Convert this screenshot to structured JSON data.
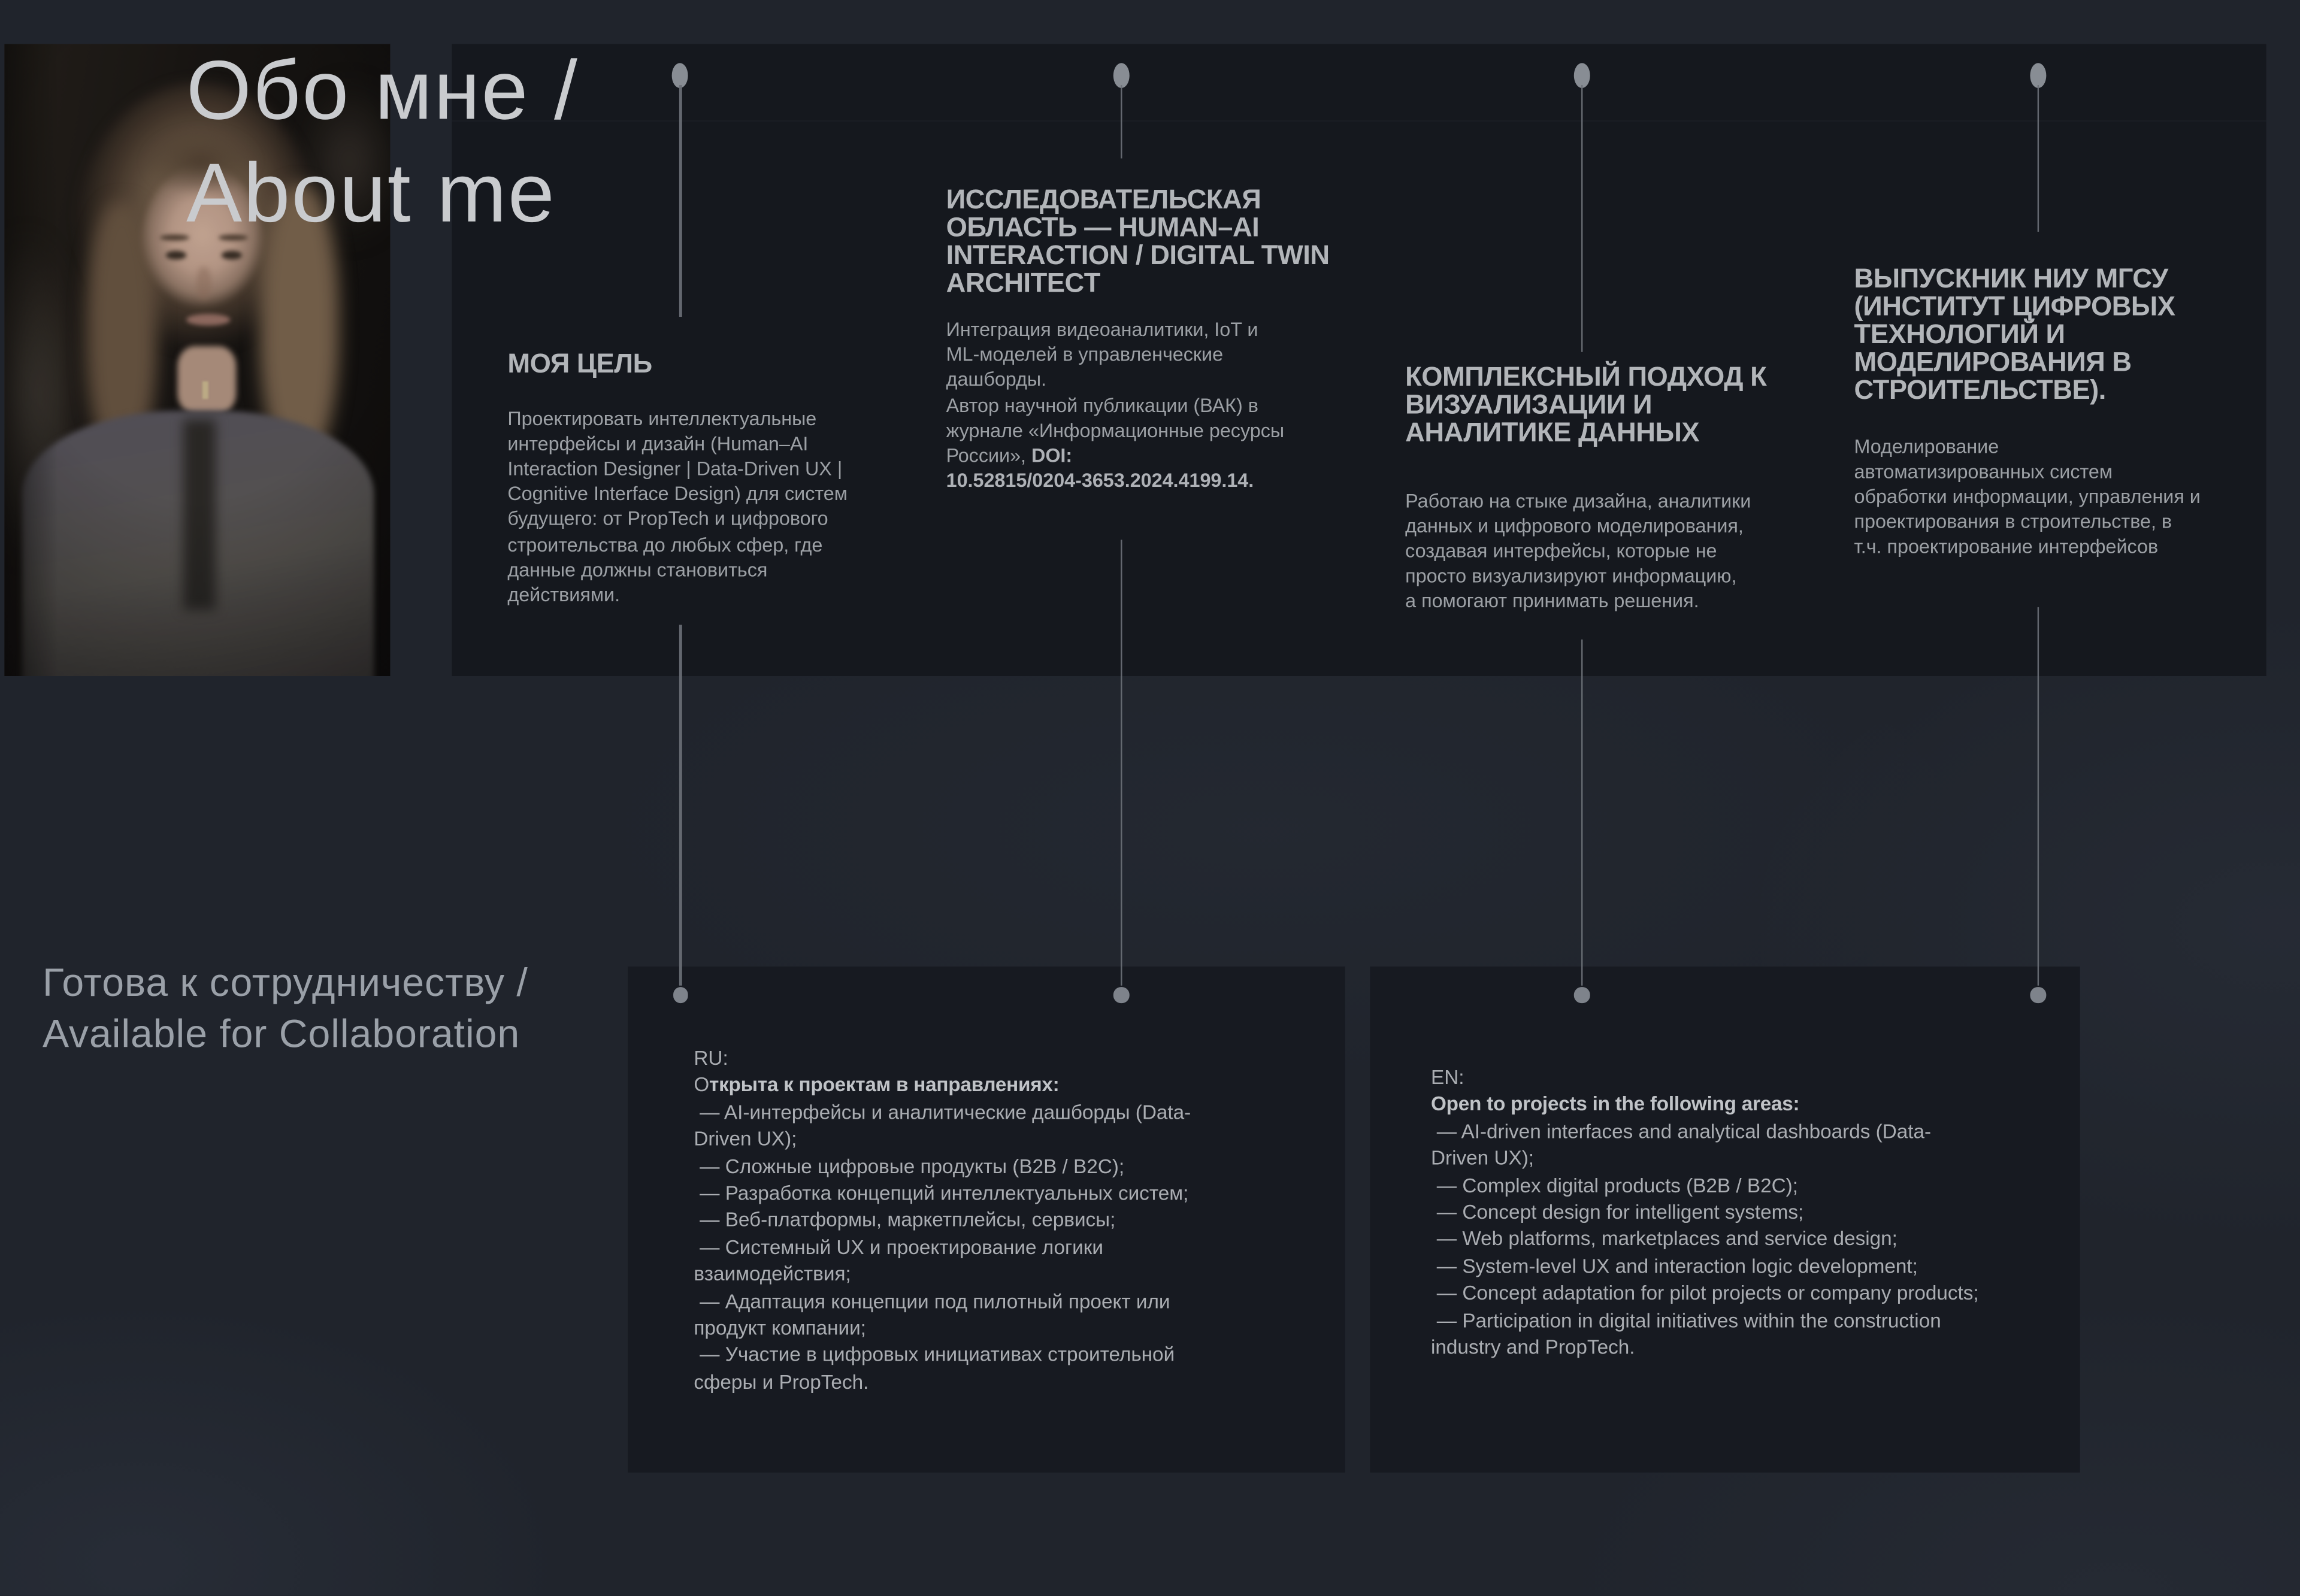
{
  "header": {
    "title_line1": "Обо мне /",
    "title_line2": "About me"
  },
  "hero": {
    "columns": [
      {
        "heading_lines": [
          "МОЯ ЦЕЛЬ"
        ],
        "body_lines": [
          "Проектировать интеллектуальные",
          "интерфейсы и дизайн (Human–AI",
          "Interaction Designer | Data-Driven UX |",
          "Cognitive Interface Design) для систем",
          "будущего: от PropTech и цифрового",
          "строительства до любых сфер, где",
          "данные должны становиться",
          "действиями."
        ]
      },
      {
        "heading_lines": [
          "ИССЛЕДОВАТЕЛЬСКАЯ",
          "ОБЛАСТЬ — HUMAN–AI",
          "INTERACTION / DIGITAL TWIN",
          "ARCHITECT"
        ],
        "body_lines": [
          "Интеграция видеоаналитики, IoT и",
          "ML-моделей в управленческие",
          "дашборды.",
          "Автор научной публикации (ВАК) в",
          "журнале «Информационные ресурсы"
        ],
        "doi_line_prefix": "России», ",
        "doi_label": "DOI:",
        "doi_number": "10.52815/0204-3653.2024.4199.14."
      },
      {
        "heading_lines": [
          "КОМПЛЕКСНЫЙ ПОДХОД К",
          "ВИЗУАЛИЗАЦИИ И",
          "АНАЛИТИКЕ ДАННЫХ"
        ],
        "body_lines": [
          "Работаю на стыке дизайна, аналитики",
          "данных и цифрового моделирования,",
          "создавая интерфейсы, которые не",
          "просто визуализируют информацию,",
          "а помогают принимать решения."
        ]
      },
      {
        "heading_lines": [
          "ВЫПУСКНИК НИУ МГСУ",
          "(ИНСТИТУТ ЦИФРОВЫХ",
          "ТЕХНОЛОГИЙ И",
          "МОДЕЛИРОВАНИЯ В",
          "СТРОИТЕЛЬСТВЕ)."
        ],
        "body_lines": [
          "Моделирование",
          "автоматизированных систем",
          "обработки информации, управления и",
          "проектирования в строительстве, в",
          "т.ч. проектирование интерфейсов"
        ]
      }
    ]
  },
  "collaboration": {
    "heading_line1": "Готова к сотрудничеству /",
    "heading_line2": "Available for Collaboration",
    "ru": {
      "label": "RU:",
      "intro_first_letter": "О",
      "intro_rest": "ткрыта к проектам в направлениях:",
      "items": [
        "— AI-интерфейсы и аналитические дашборды (Data-Driven UX);",
        "— Сложные цифровые продукты (B2B / B2C);",
        "— Разработка концепций интеллектуальных систем;",
        "— Веб-платформы, маркетплейсы, сервисы;",
        "— Системный UX и проектирование логики взаимодействия;",
        "— Адаптация концепции под пилотный проект или продукт компании;",
        "— Участие в цифровых инициативах строительной сферы и PropTech."
      ]
    },
    "en": {
      "label": "EN:",
      "intro": "Open to projects in the following areas:",
      "items": [
        "— AI-driven interfaces and analytical dashboards (Data-Driven UX);",
        "— Complex digital products (B2B / B2C);",
        "— Concept design for intelligent systems;",
        "— Web platforms, marketplaces and service design;",
        "— System-level UX and interaction logic development;",
        "— Concept adaptation for pilot projects or company products;",
        "— Participation in digital initiatives within the construction industry and PropTech."
      ]
    }
  },
  "photo": {
    "description": "Портрет: девушка с каре и чёлкой в сером пиджаке"
  },
  "colors": {
    "page_bg": "#20242c",
    "hero_panel_bg": "#15181e",
    "card_bg": "#171a21",
    "title_text": "#c9cbce",
    "heading_text": "#b2b5b9",
    "body_text": "#9ca0a5",
    "connector": "#6a6f76"
  }
}
